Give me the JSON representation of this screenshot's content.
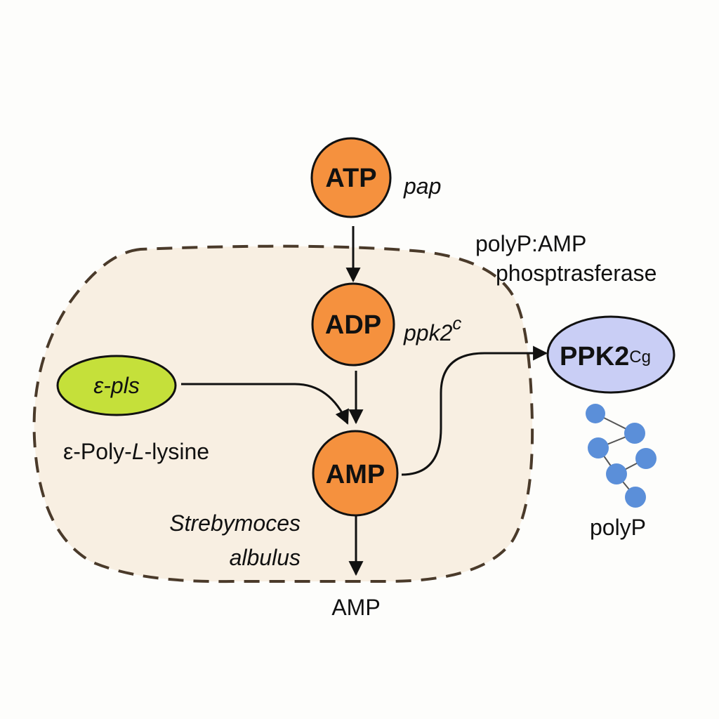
{
  "nodes": {
    "atp": {
      "label": "ATP",
      "gene": "pap"
    },
    "adp": {
      "label": "ADP",
      "gene": "ppk2",
      "gene_sup": "c"
    },
    "amp": {
      "label": "AMP"
    },
    "epls": {
      "label": "ε-pls"
    },
    "ppk2cg": {
      "label": "PPK2",
      "sub": "Cg"
    }
  },
  "labels": {
    "enzyme_line1": "polyP:AMP",
    "enzyme_line2": "phosptrasferase",
    "product": "ε-Poly-",
    "product_italic": "L",
    "product_end": "-lysine",
    "organism_line1": "Strebymoces",
    "organism_line2": "albulus",
    "amp_out": "AMP",
    "polyp": "polyP"
  },
  "colors": {
    "orange": "#f5913e",
    "green": "#c5e03a",
    "lavender": "#c9cef5",
    "blue_bead": "#5b8fd9",
    "cell_fill": "#f8efe2",
    "cell_border": "#4a3a2a"
  }
}
